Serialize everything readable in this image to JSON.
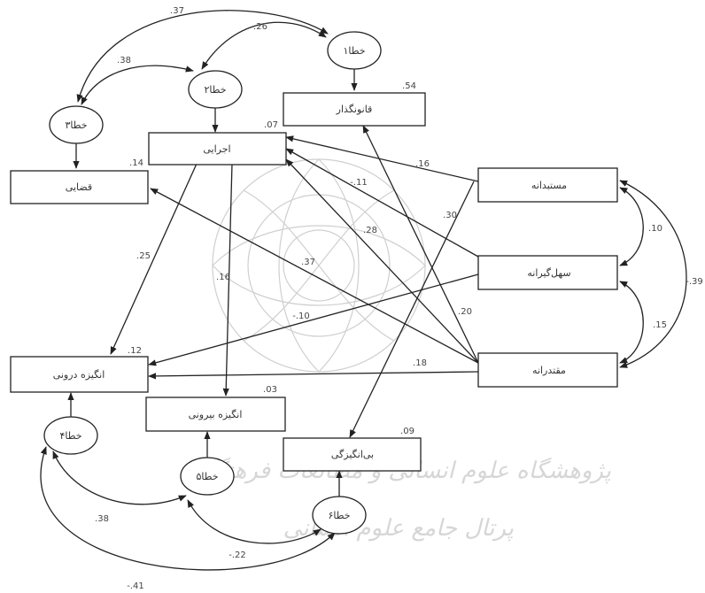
{
  "observed": {
    "qanungozar": {
      "label": "قانونگذار",
      "r2": ".54"
    },
    "ejraei": {
      "label": "اجرایی",
      "r2": ".07"
    },
    "qazaei": {
      "label": "قضایی",
      "r2": ".14"
    },
    "mostabedane": {
      "label": "مستبدانه"
    },
    "sahlgirane": {
      "label": "سهل‌گیرانه"
    },
    "moqtaderane": {
      "label": "مقتدرانه"
    },
    "darooni": {
      "label": "انگیزه درونی",
      "r2": ".12"
    },
    "birooni": {
      "label": "انگیزه بیرونی",
      "r2": ".03"
    },
    "bianegizegi": {
      "label": "بی‌انگیزگی",
      "r2": ".09"
    }
  },
  "errors": {
    "e1": "خطا۱",
    "e2": "خطا۲",
    "e3": "خطا۳",
    "e4": "خطا۴",
    "e5": "خطا۵",
    "e6": "خطا۶"
  },
  "coefficients": {
    "e1_e3": ".37",
    "e1_e2": ".26",
    "e2_e3": ".38",
    "most_sahl": ".10",
    "sahl_moq": ".15",
    "most_moq": "-.39",
    "most_ejraei": ".16",
    "sahl_ejraei": "-.11",
    "moq_qanun": ".30",
    "moq_ejraei": ".28",
    "moq_qazaei": ".37",
    "ejraei_darooni": ".25",
    "ejraei_birooni": ".16",
    "sahl_darooni": "-.10",
    "qanun_bianeg": ".20",
    "moq_darooni": ".18",
    "e4_e5": ".38",
    "e5_e6": "-.22",
    "e4_e6": "-.41"
  },
  "watermark": {
    "line1": "پژوهشگاه علوم انسانی و مطالعات فرهنگی",
    "line2": "پرتال جامع علوم انسانی"
  }
}
